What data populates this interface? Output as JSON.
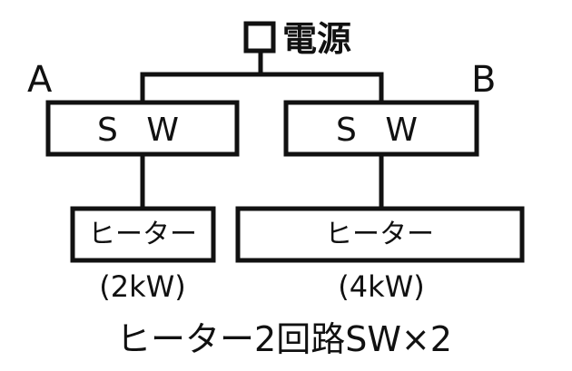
{
  "power_source": {
    "label": "電源"
  },
  "branch_a": {
    "letter": "A",
    "switch_label": "S W",
    "heater_label": "ヒーター",
    "rating": "(2kW)"
  },
  "branch_b": {
    "letter": "B",
    "switch_label": "S W",
    "heater_label": "ヒーター",
    "rating": "(4kW)"
  },
  "caption": "ヒーター2回路SW×2",
  "colors": {
    "ink": "#111111",
    "background": "#ffffff"
  }
}
